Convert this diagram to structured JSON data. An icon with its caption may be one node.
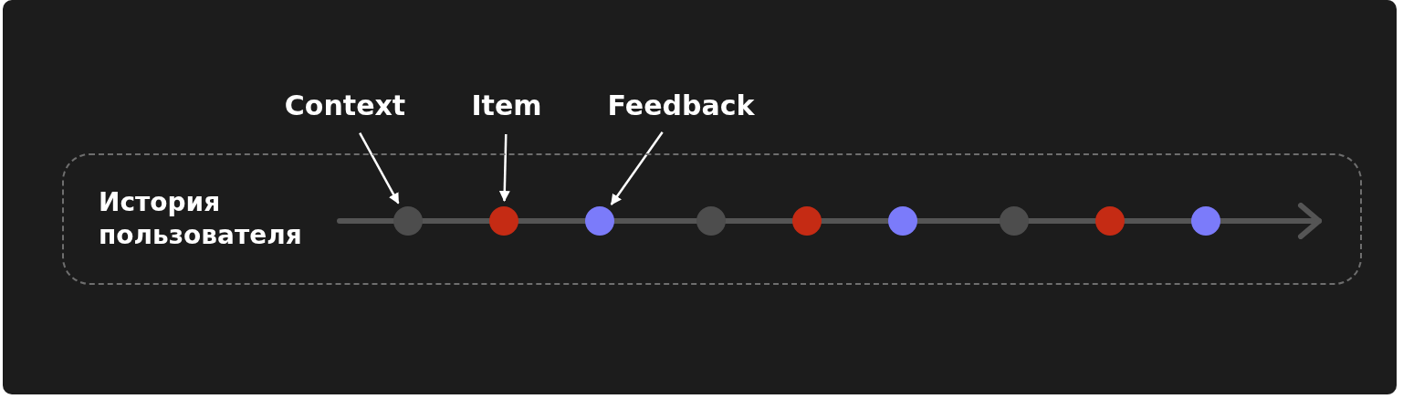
{
  "diagram": {
    "nodes": [
      {
        "text": [
          "История пользователя"
        ]
      },
      {
        "text": [],
        "shape": "circle",
        "in": 0
      },
      {
        "text": [],
        "shape": "circle",
        "in": 0
      },
      {
        "text": [],
        "shape": "circle",
        "in": 0
      },
      {
        "text": [],
        "shape": "circle",
        "in": 0
      },
      {
        "text": [],
        "shape": "circle",
        "in": 0
      },
      {
        "text": [],
        "shape": "circle",
        "in": 0
      },
      {
        "text": [],
        "shape": "circle",
        "in": 0
      },
      {
        "text": [],
        "shape": "circle",
        "in": 0
      },
      {
        "text": [],
        "shape": "circle",
        "in": 0
      },
      {
        "text": [
          "Context"
        ]
      },
      {
        "text": [
          "Item"
        ]
      },
      {
        "text": [
          "Feedback"
        ]
      }
    ],
    "edges": [
      {
        "from": 10,
        "to": 1,
        "arrow": "to",
        "color": "#ffffff"
      },
      {
        "from": 11,
        "to": 2,
        "arrow": "to",
        "color": "#ffffff"
      },
      {
        "from": 12,
        "to": 3,
        "arrow": "to",
        "color": "#ffffff"
      },
      {
        "from": null,
        "to": 1,
        "arrow": "none"
      },
      {
        "from": 1,
        "to": 2,
        "arrow": "none"
      },
      {
        "from": 2,
        "to": 3,
        "arrow": "none"
      },
      {
        "from": 3,
        "to": 4,
        "arrow": "none"
      },
      {
        "from": 4,
        "to": 5,
        "arrow": "none"
      },
      {
        "from": 5,
        "to": 6,
        "arrow": "none"
      },
      {
        "from": 6,
        "to": 7,
        "arrow": "none"
      },
      {
        "from": 7,
        "to": 8,
        "arrow": "none"
      },
      {
        "from": 8,
        "to": 9,
        "arrow": "none"
      },
      {
        "from": 9,
        "to": null,
        "arrow": "to"
      }
    ]
  }
}
